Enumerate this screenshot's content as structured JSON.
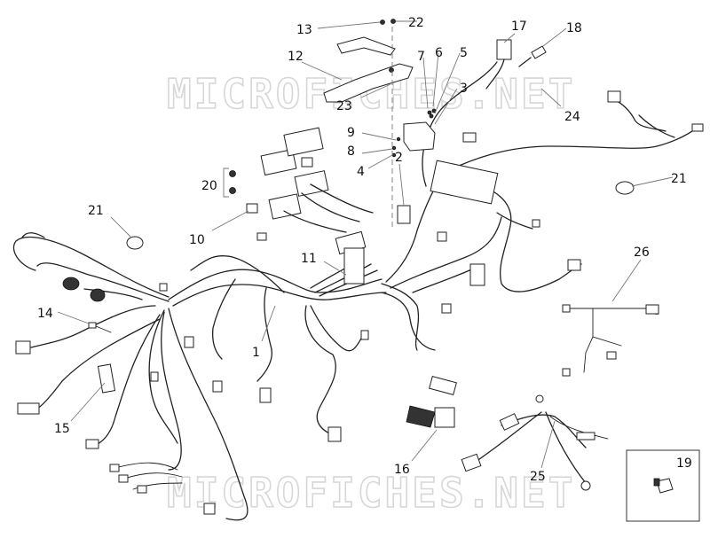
{
  "watermark": "MICROFICHES.NET",
  "callouts": [
    "1",
    "2",
    "3",
    "4",
    "5",
    "6",
    "7",
    "8",
    "9",
    "10",
    "11",
    "12",
    "13",
    "14",
    "15",
    "16",
    "17",
    "18",
    "19",
    "20",
    "21",
    "21",
    "22",
    "23",
    "24",
    "25",
    "26"
  ],
  "detail_box_label": "19"
}
